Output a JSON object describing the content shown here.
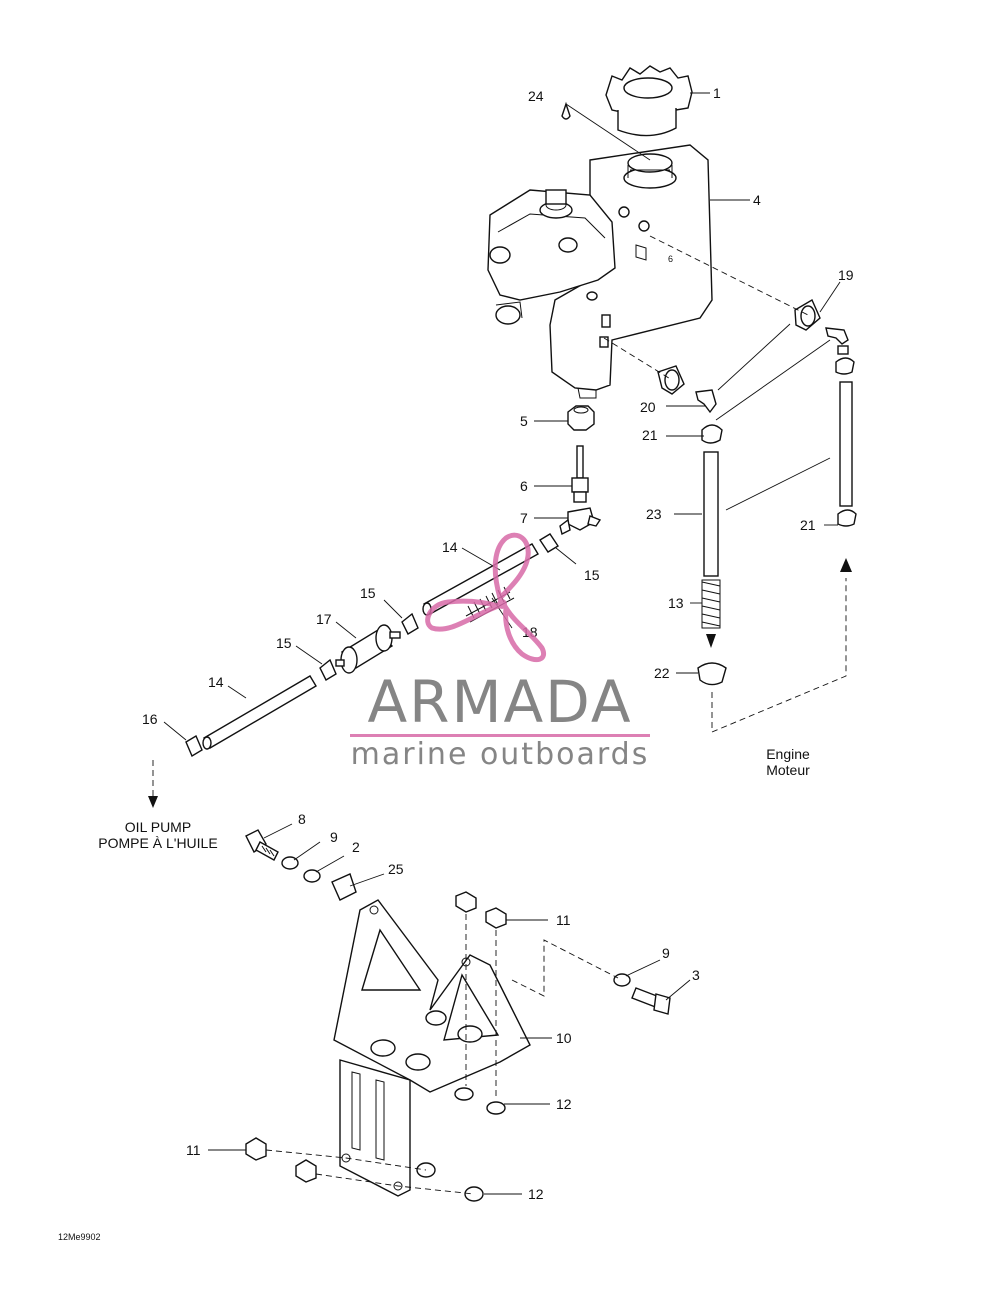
{
  "brand": {
    "name": "ARMADA",
    "tagline": "marine outboards",
    "logo_color": "#d86aa8",
    "text_color": "#707070"
  },
  "callouts": [
    {
      "id": "c1",
      "label": "1"
    },
    {
      "id": "c24",
      "label": "24"
    },
    {
      "id": "c4",
      "label": "4"
    },
    {
      "id": "c19",
      "label": "19"
    },
    {
      "id": "c20",
      "label": "20"
    },
    {
      "id": "c21a",
      "label": "21"
    },
    {
      "id": "c5",
      "label": "5"
    },
    {
      "id": "c6",
      "label": "6"
    },
    {
      "id": "c7",
      "label": "7"
    },
    {
      "id": "c23",
      "label": "23"
    },
    {
      "id": "c21b",
      "label": "21"
    },
    {
      "id": "c14a",
      "label": "14"
    },
    {
      "id": "c15a",
      "label": "15"
    },
    {
      "id": "c15b",
      "label": "15"
    },
    {
      "id": "c17",
      "label": "17"
    },
    {
      "id": "c18",
      "label": "18"
    },
    {
      "id": "c13",
      "label": "13"
    },
    {
      "id": "c15c",
      "label": "15"
    },
    {
      "id": "c22",
      "label": "22"
    },
    {
      "id": "c14b",
      "label": "14"
    },
    {
      "id": "c16",
      "label": "16"
    },
    {
      "id": "c8",
      "label": "8"
    },
    {
      "id": "c9a",
      "label": "9"
    },
    {
      "id": "c2",
      "label": "2"
    },
    {
      "id": "c25",
      "label": "25"
    },
    {
      "id": "c11a",
      "label": "11"
    },
    {
      "id": "c9b",
      "label": "9"
    },
    {
      "id": "c3",
      "label": "3"
    },
    {
      "id": "c10",
      "label": "10"
    },
    {
      "id": "c12a",
      "label": "12"
    },
    {
      "id": "c11b",
      "label": "11"
    },
    {
      "id": "c12b",
      "label": "12"
    }
  ],
  "notes": {
    "engine_en": "Engine",
    "engine_fr": "Moteur",
    "oil_pump_en": "OIL PUMP",
    "oil_pump_fr": "POMPE À L'HUILE",
    "drawing_code": "12Me9902"
  }
}
